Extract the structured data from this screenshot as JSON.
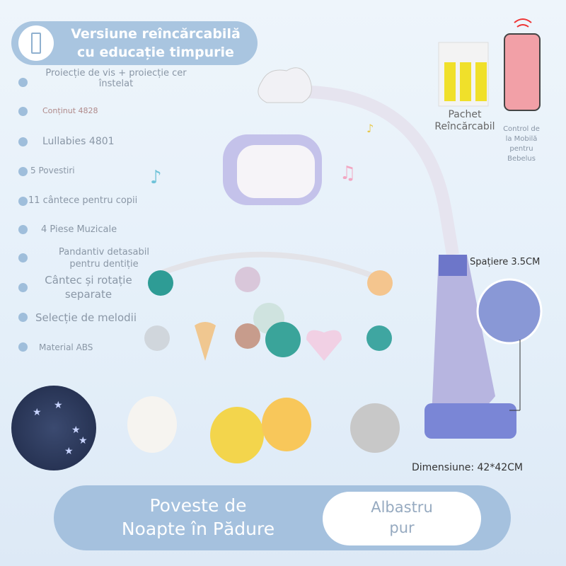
{
  "header": {
    "title_line1": "Versiune reîncărcabilă",
    "title_line2": "cu educație timpurie",
    "icon": "battery-icon"
  },
  "features": [
    {
      "line1": "Proiecție de vis + proiecție cer",
      "line2": "înstelat"
    },
    {
      "line1": "Conținut 4828"
    },
    {
      "line1": "Lullabies 4801"
    },
    {
      "line1": "5 Povestiri"
    },
    {
      "line1": "11 cântece pentru copii"
    },
    {
      "line1": "4 Piese Muzicale"
    },
    {
      "line1": "Pandantiv detasabil",
      "line2": "pentru dentiție"
    },
    {
      "line1": "Cântec și rotație",
      "line2": "separate"
    },
    {
      "line1": "Selecție de melodii"
    },
    {
      "line1": "Material ABS"
    }
  ],
  "accessories": {
    "battery_pack_line1": "Pachet",
    "battery_pack_line2": "Reîncărcabil",
    "remote_line1": "Control de",
    "remote_line2": "la Mobilă",
    "remote_line3": "pentru",
    "remote_line4": "Bebelus"
  },
  "specs": {
    "spacing": "Spațiere 3.5CM",
    "dimension": "Dimensiune: 42*42CM"
  },
  "bottom": {
    "title_line1": "Poveste de",
    "title_line2": "Noapte în Pădure",
    "color_line1": "Albastru",
    "color_line2": "pur"
  },
  "colors": {
    "accent": "#a9c5e0",
    "bullet": "#9fbedb",
    "product": "#b7b5e0"
  }
}
